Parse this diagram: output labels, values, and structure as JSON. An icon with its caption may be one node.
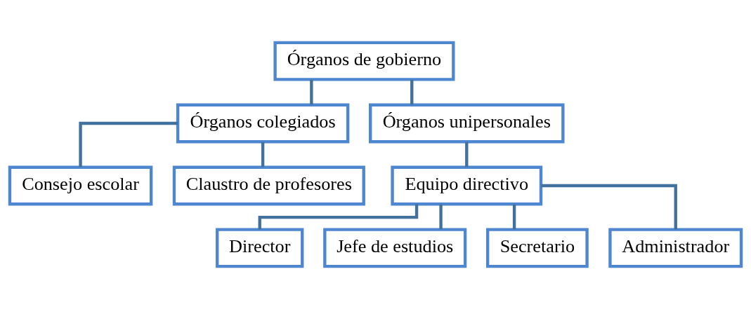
{
  "diagram": {
    "nodes": [
      {
        "text": [
          "Órganos de gobierno"
        ]
      },
      {
        "text": [
          "Órganos colegiados"
        ]
      },
      {
        "text": [
          "Órganos unipersonales"
        ]
      },
      {
        "text": [
          "Consejo escolar"
        ]
      },
      {
        "text": [
          "Claustro de profesores"
        ]
      },
      {
        "text": [
          "Equipo directivo"
        ]
      },
      {
        "text": [
          "Director"
        ]
      },
      {
        "text": [
          "Jefe de estudios"
        ]
      },
      {
        "text": [
          "Secretario"
        ]
      },
      {
        "text": [
          "Administrador"
        ]
      }
    ],
    "edges": [
      {
        "from": 0,
        "to": 1,
        "arrow": "none"
      },
      {
        "from": 0,
        "to": 2,
        "arrow": "none"
      },
      {
        "from": 1,
        "to": 3,
        "arrow": "none"
      },
      {
        "from": 1,
        "to": 4,
        "arrow": "none"
      },
      {
        "from": 2,
        "to": 5,
        "arrow": "none"
      },
      {
        "from": 5,
        "to": 6,
        "arrow": "none"
      },
      {
        "from": 5,
        "to": 7,
        "arrow": "none"
      },
      {
        "from": 5,
        "to": 8,
        "arrow": "none"
      },
      {
        "from": 5,
        "to": 9,
        "arrow": "none"
      }
    ]
  }
}
